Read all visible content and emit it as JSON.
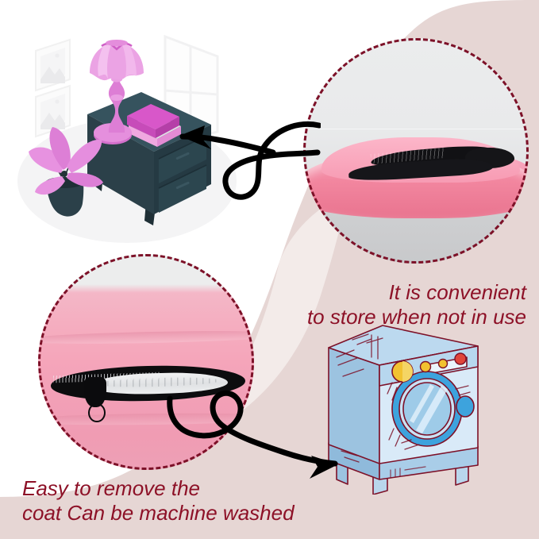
{
  "page": {
    "title": "Pet bed product feature infographic",
    "background_color": "#ffffff",
    "accent_pink_bg": "#e6d6d4",
    "caption_color": "#8d1127",
    "dash_ring_color": "#7d1128"
  },
  "captions": {
    "store": {
      "line1": "It is convenient",
      "line2": "to store when not in use"
    },
    "wash": {
      "line1": "Easy to remove the",
      "line2": "coat Can be machine washed"
    }
  },
  "photos": {
    "folded": {
      "alt": "Folded pink blanket with black strap on a gray surface"
    },
    "zipper": {
      "alt": "Close-up of pink fabric with an open black zipper revealing white lining"
    }
  },
  "illustrations": {
    "bedroom": {
      "alt": "Isometric bedroom nightstand with lamp, books and plant",
      "nightstand_color": "#2d4249",
      "nightstand_top_color": "#35505a",
      "lamp_color": "#e793e0",
      "book_color": "#cf4ec4",
      "plant_leaf_color": "#e08ad8",
      "wall_accent": "#f2f2f2"
    },
    "washing_machine": {
      "alt": "Cartoon front-load washing machine",
      "body_color": "#cfe3f5",
      "side_color": "#9cc3e0",
      "outline_color": "#7d1128",
      "door_color": "#3da3dd",
      "dial_color": "#f2c230",
      "knob_red": "#e0453a",
      "knob_yellow": "#f2c230"
    }
  },
  "arrows": {
    "top": {
      "name": "curly-arrow-pointing-to-nightstand",
      "color": "#000000",
      "direction": "left"
    },
    "bottom": {
      "name": "curly-arrow-pointing-to-washer",
      "color": "#000000",
      "direction": "right"
    }
  }
}
